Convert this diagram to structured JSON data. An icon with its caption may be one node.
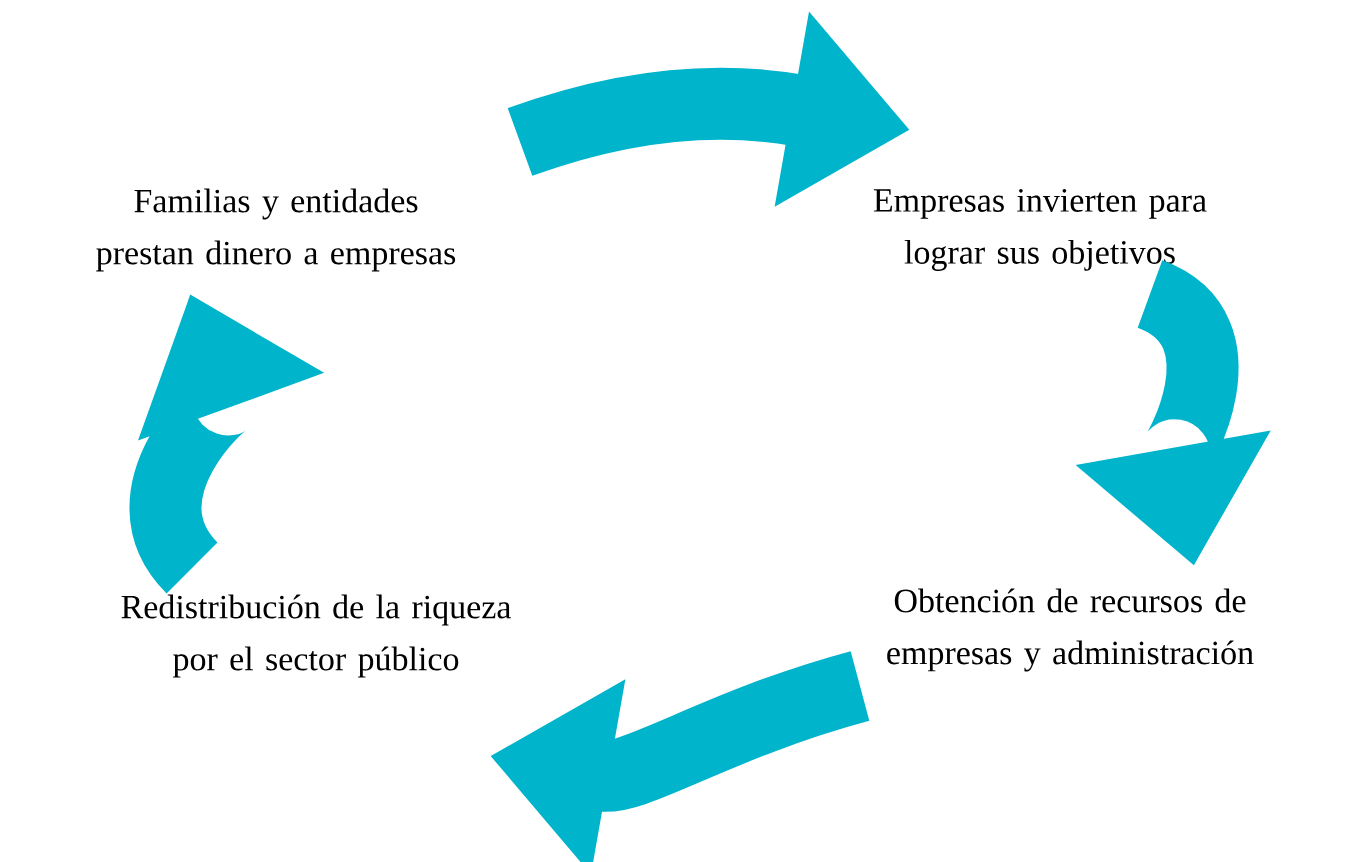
{
  "diagram": {
    "nodes": [
      {
        "text": [
          "Familias y entidades prestan dinero a empresas"
        ]
      },
      {
        "text": [
          "Empresas invierten para lograr sus objetivos"
        ]
      },
      {
        "text": [
          "Obtención de recursos de empresas y administración"
        ]
      },
      {
        "text": [
          "Redistribución de la riqueza por el sector público"
        ]
      }
    ],
    "edges": [
      {
        "from": 0,
        "to": 1,
        "arrow": "to"
      },
      {
        "from": 1,
        "to": 2,
        "arrow": "to"
      },
      {
        "from": 2,
        "to": 3,
        "arrow": "to"
      },
      {
        "from": 3,
        "to": 0,
        "arrow": "to"
      }
    ]
  }
}
